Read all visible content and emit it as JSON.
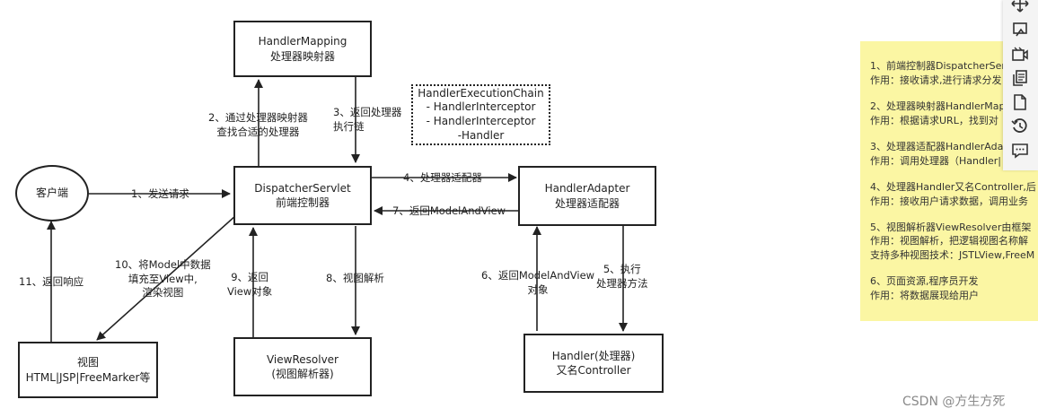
{
  "nodes": {
    "client": "客户端",
    "handler_mapping": [
      "HandlerMapping",
      "处理器映射器"
    ],
    "dispatcher": [
      "DispatcherServlet",
      "前端控制器"
    ],
    "handler_adapter": [
      "HandlerAdapter",
      "处理器适配器"
    ],
    "view_resolver": [
      "ViewResolver",
      "(视图解析器)"
    ],
    "handler": [
      "Handler(处理器)",
      "又名Controller"
    ],
    "view": [
      "视图",
      "HTML|JSP|FreeMarker等"
    ],
    "chain": [
      "HandlerExecutionChain",
      "- HandlerInterceptor",
      "- HandlerInterceptor",
      "-Handler"
    ]
  },
  "edges": {
    "e1": "1、发送请求",
    "e2": [
      "2、通过处理器映射器",
      "查找合适的处理器"
    ],
    "e3": [
      "3、返回处理器",
      "执行链"
    ],
    "e4": "4、处理器适配器",
    "e5": [
      "5、执行",
      "处理器方法"
    ],
    "e6": [
      "6、返回ModelAndView",
      "对象"
    ],
    "e7": "7、返回ModelAndView",
    "e8": "8、视图解析",
    "e9": [
      "9、返回",
      "View对象"
    ],
    "e10": [
      "10、将Model中数据",
      "填充至View中,",
      "渲染视图"
    ],
    "e11": "11、返回响应"
  },
  "notes": [
    [
      "1、前端控制器DispatcherSer",
      "作用：接收请求,进行请求分发"
    ],
    [
      "2、处理器映射器HandlerMap",
      "作用：根据请求URL，找到对"
    ],
    [
      "3、处理器适配器HandlerAda",
      "作用：调用处理器（Handler|"
    ],
    [
      "4、处理器Handler又名Controller,后",
      "作用：接收用户请求数据，调用业务"
    ],
    [
      "5、视图解析器ViewResolver由框架",
      "作用：视图解析，把逻辑视图名称解",
      "支持多种视图技术：JSTLView,FreeM"
    ],
    [
      "6、页面资源,程序员开发",
      "作用：将数据展现给用户"
    ]
  ],
  "toolbar": [
    "move-icon",
    "screenshot-icon",
    "video-icon",
    "copy-icon",
    "document-icon",
    "history-icon",
    "comment-icon"
  ],
  "watermark": "CSDN @方生方死"
}
